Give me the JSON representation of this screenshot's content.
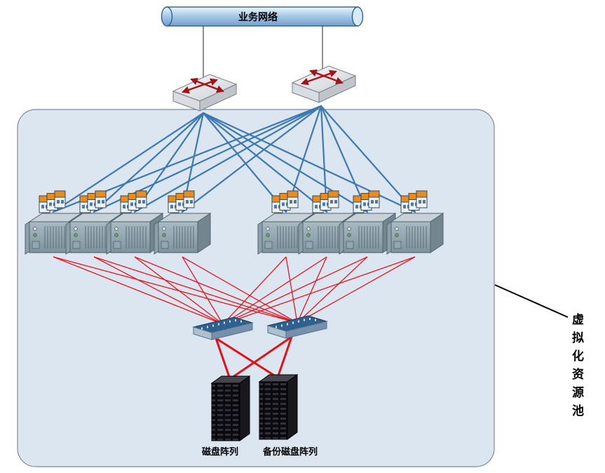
{
  "diagram": {
    "network_label": "业务网络",
    "pool_label": "虚拟化资源池",
    "disk_arrays": [
      {
        "label": "磁盘阵列"
      },
      {
        "label": "备份磁盘阵列"
      }
    ],
    "node_counts": {
      "ethernet_switches": 2,
      "virtualization_servers": 8,
      "vm_stacks": 8,
      "san_switches": 2,
      "disk_arrays": 2
    },
    "icons": {
      "business-network-pipe-icon": "horizontal blue cylinder",
      "ethernet-switch-icon": "3d slab with crossing red arrows",
      "vm-stack-icon": "three overlapping orange-topped cards",
      "server-icon": "3d rack server with vents and leds",
      "san-switch-icon": "flat dark-blue fiber switch",
      "disk-array-icon": "black storage tower with drive slots"
    },
    "colors": {
      "pool_fill": "#dce6f1",
      "pipe_fill": "#a9cbe8",
      "switch_link": "#3c78b4",
      "storage_link": "#e8141e",
      "vm_accent": "#e98c1e",
      "san_switch_top": "#2e618f",
      "disk_array": "#0b0b0f"
    }
  }
}
